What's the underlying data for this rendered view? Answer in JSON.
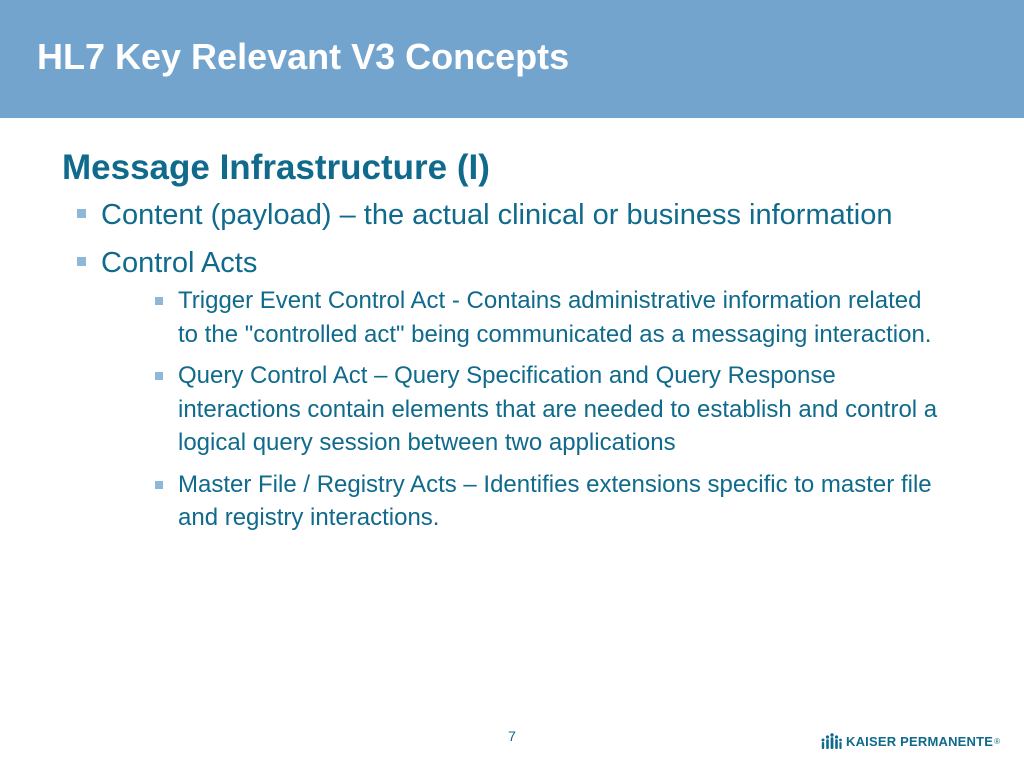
{
  "slide": {
    "title": "HL7 Key Relevant V3 Concepts",
    "section_heading": "Message Infrastructure (I)",
    "bullets": [
      {
        "text": "Content (payload) – the actual clinical or business information"
      },
      {
        "text": "Control Acts",
        "sub_bullets": [
          {
            "text": "Trigger Event Control Act - Contains administrative information related to the \"controlled act\" being communicated as a messaging interaction."
          },
          {
            "text": "Query Control Act – Query Specification and Query Response interactions contain elements that are needed to establish and control a logical query session between two applications"
          },
          {
            "text": "Master File / Registry Acts – Identifies extensions specific to master file and registry interactions."
          }
        ]
      }
    ],
    "page_number": "7"
  },
  "logo": {
    "text": "KAISER PERMANENTE",
    "registered_mark": "®",
    "icon": "kaiser-figures-icon"
  },
  "colors": {
    "title_bar": "#73a4cd",
    "title_text": "#ffffff",
    "body_text": "#0f6a8c",
    "bullet": "#8fb8d8"
  }
}
